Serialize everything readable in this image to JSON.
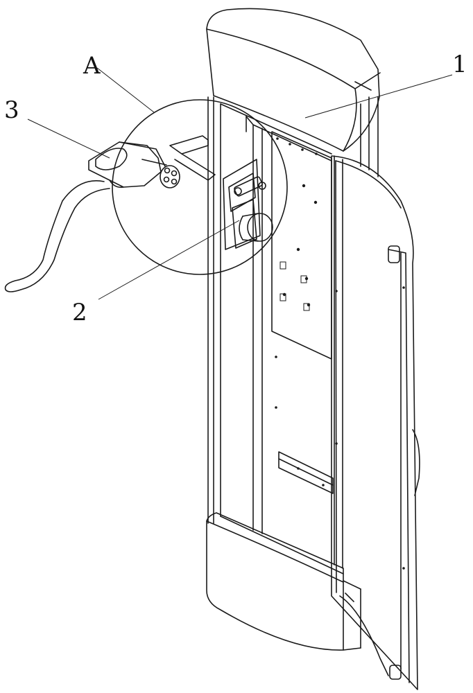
{
  "labels": {
    "callout_1": "1",
    "callout_2": "2",
    "callout_3": "3",
    "detail_A": "A"
  },
  "colors": {
    "line": "#1a1a1a",
    "background": "#ffffff"
  }
}
